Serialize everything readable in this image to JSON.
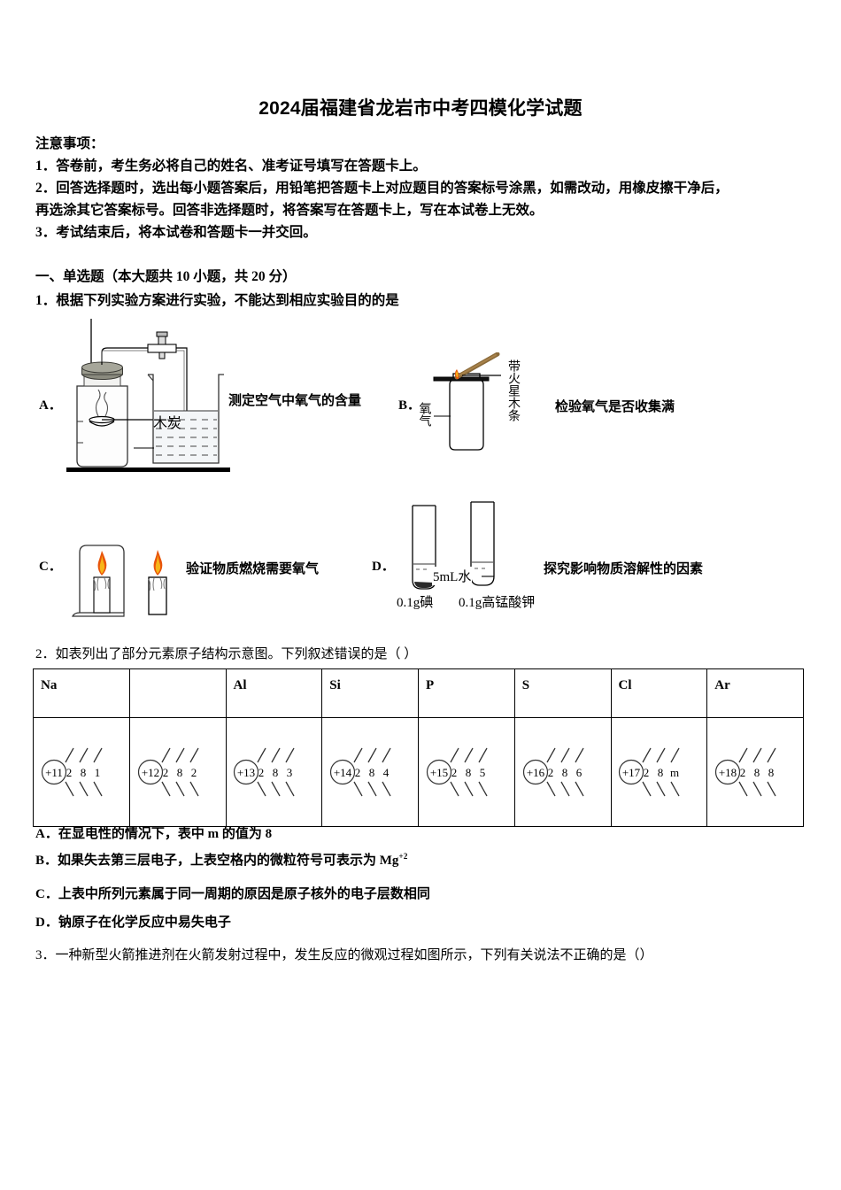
{
  "document": {
    "title": "2024届福建省龙岩市中考四模化学试题",
    "notice_heading": "注意事项：",
    "notice_lines": [
      "1．答卷前，考生务必将自己的姓名、准考证号填写在答题卡上。",
      "2．回答选择题时，选出每小题答案后，用铅笔把答题卡上对应题目的答案标号涂黑，如需改动，用橡皮擦干净后，",
      "再选涂其它答案标号。回答非选择题时，将答案写在答题卡上，写在本试卷上无效。",
      "3．考试结束后，将本试卷和答题卡一并交回。"
    ],
    "section_heading": "一、单选题（本大题共 10 小题，共 20 分）"
  },
  "question1": {
    "stem": "1．根据下列实验方案进行实验，不能达到相应实验目的的是",
    "options": [
      {
        "label": "A．",
        "caption": "测定空气中氧气的含量",
        "figure_labels": {
          "charcoal": "木炭"
        }
      },
      {
        "label": "B．",
        "caption": "检验氧气是否收集满",
        "figure_labels": {
          "gas": "氧气",
          "splint": "带火星木条"
        }
      },
      {
        "label": "C．",
        "caption": "验证物质燃烧需要氧气",
        "figure_labels": {}
      },
      {
        "label": "D．",
        "caption": "探究影响物质溶解性的因素",
        "figure_labels": {
          "water": "5mL水",
          "left_solid": "0.1g碘",
          "right_solid": "0.1g高锰酸钾"
        }
      }
    ]
  },
  "question2": {
    "stem": "2．如表列出了部分元素原子结构示意图。下列叙述错误的是（      ）",
    "table": {
      "headers": [
        "Na",
        "",
        "Al",
        "Si",
        "P",
        "S",
        "Cl",
        "Ar"
      ],
      "atoms": [
        {
          "charge": "+11",
          "shells": [
            "2",
            "8",
            "1"
          ]
        },
        {
          "charge": "+12",
          "shells": [
            "2",
            "8",
            "2"
          ]
        },
        {
          "charge": "+13",
          "shells": [
            "2",
            "8",
            "3"
          ]
        },
        {
          "charge": "+14",
          "shells": [
            "2",
            "8",
            "4"
          ]
        },
        {
          "charge": "+15",
          "shells": [
            "2",
            "8",
            "5"
          ]
        },
        {
          "charge": "+16",
          "shells": [
            "2",
            "8",
            "6"
          ]
        },
        {
          "charge": "+17",
          "shells": [
            "2",
            "8",
            "m"
          ]
        },
        {
          "charge": "+18",
          "shells": [
            "2",
            "8",
            "8"
          ]
        }
      ]
    },
    "options": [
      "A．在显电性的情况下，表中 m 的值为 8",
      "B．如果失去第三层电子，上表空格内的微粒符号可表示为 Mg",
      "C．上表中所列元素属于同一周期的原因是原子核外的电子层数相同",
      "D．钠原子在化学反应中易失电子"
    ],
    "option_b_superscript": "+2"
  },
  "question3": {
    "stem": "3．一种新型火箭推进剂在火箭发射过程中，发生反应的微观过程如图所示，下列有关说法不正确的是（）"
  },
  "colors": {
    "ink": "#000000",
    "flame_outer": "#e8540a",
    "flame_inner": "#f7b519",
    "stopper": "#8a8a7e",
    "wood": "#8a6a3a",
    "page_bg": "#ffffff"
  }
}
